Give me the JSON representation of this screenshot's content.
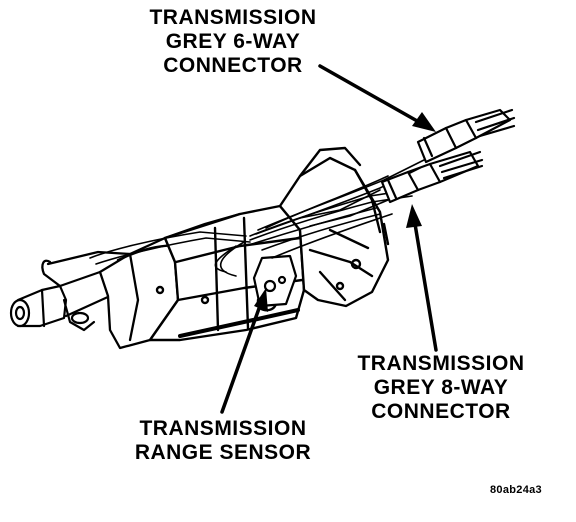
{
  "callouts": {
    "grey_6way": {
      "line1": "TRANSMISSION",
      "line2": "GREY 6-WAY",
      "line3": "CONNECTOR"
    },
    "grey_8way": {
      "line1": "TRANSMISSION",
      "line2": "GREY 8-WAY",
      "line3": "CONNECTOR"
    },
    "range_sensor": {
      "line1": "TRANSMISSION",
      "line2": "RANGE SENSOR"
    }
  },
  "figure_code": "80ab24a3",
  "colors": {
    "ink": "#000000",
    "paper": "#ffffff"
  }
}
